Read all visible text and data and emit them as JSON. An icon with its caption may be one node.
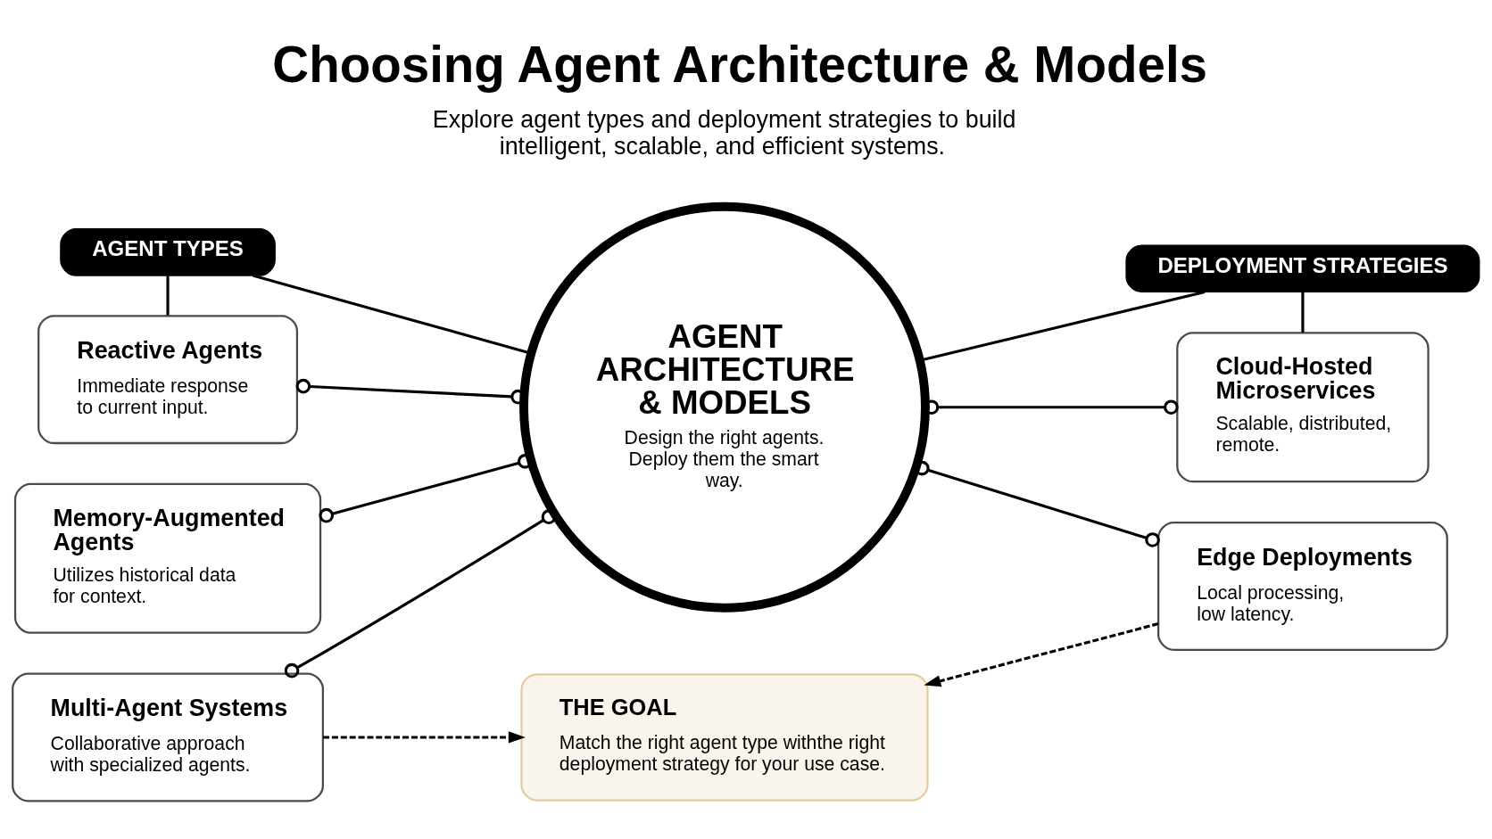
{
  "diagram": {
    "title": "Choosing Agent Architecture & Models",
    "nodes": [
      {
        "text": [
          "AGENT TYPES"
        ]
      },
      {
        "text": [
          "Reactive Agents",
          "Immediate response to current input."
        ]
      },
      {
        "text": [
          "Memory-Augmented Agents",
          "Utilizes historical data for context."
        ]
      },
      {
        "text": [
          "Multi-Agent Systems",
          "Collaborative approach with specialized agents."
        ]
      },
      {
        "text": [
          "AGENT ARCHITECTURE & MODELS",
          "Design the right agents. Deploy them the smart way."
        ]
      },
      {
        "text": [
          "DEPLOYMENT STRATEGIES"
        ]
      },
      {
        "text": [
          "Cloud-Hosted Microservices",
          "Scalable, distributed, remote."
        ]
      },
      {
        "text": [
          "Edge Deployments",
          "Local processing, low latency."
        ]
      },
      {
        "text": [
          "THE GOAL",
          "Match the right agent type withthe right deployment strategy for your use case."
        ]
      }
    ],
    "edges": [
      {
        "from": 0,
        "to": 1,
        "arrow": "none"
      },
      {
        "from": 0,
        "to": 4,
        "arrow": "none"
      },
      {
        "from": 1,
        "to": 4,
        "arrow": "other"
      },
      {
        "from": 2,
        "to": 4,
        "arrow": "other"
      },
      {
        "from": 3,
        "to": 4,
        "arrow": "other"
      },
      {
        "from": 4,
        "to": 5,
        "arrow": "none"
      },
      {
        "from": 5,
        "to": 6,
        "arrow": "none"
      },
      {
        "from": 4,
        "to": 6,
        "arrow": "other"
      },
      {
        "from": 4,
        "to": 7,
        "arrow": "other"
      },
      {
        "from": 3,
        "to": 8,
        "arrow": "to",
        "style": "dashed"
      },
      {
        "from": 7,
        "to": 8,
        "arrow": "to",
        "style": "dashed"
      }
    ],
    "labels": [
      "Explore agent types and deployment strategies to build intelligent, scalable, and efficient systems."
    ]
  }
}
